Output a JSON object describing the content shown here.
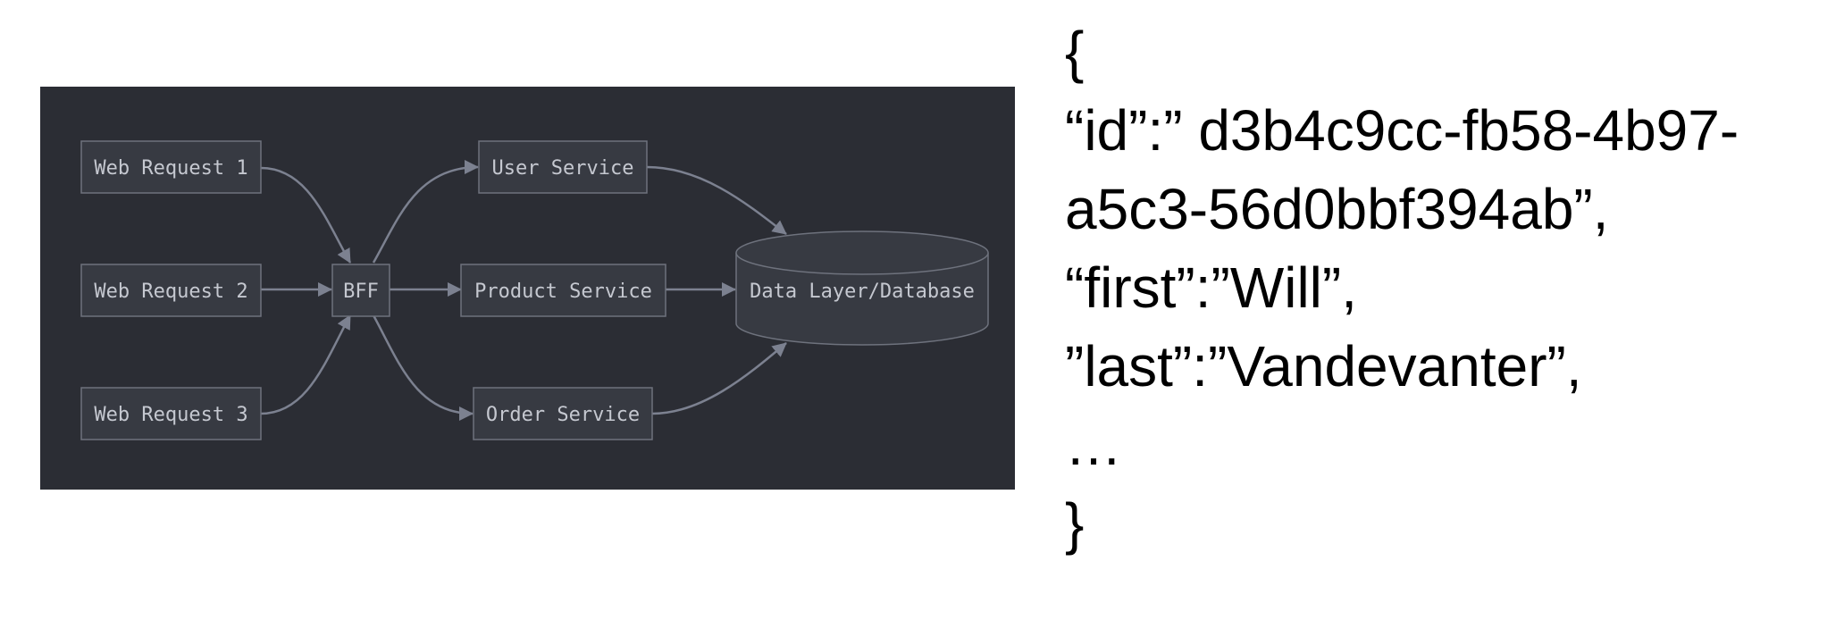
{
  "diagram": {
    "nodes": {
      "web_request_1": "Web Request 1",
      "web_request_2": "Web Request 2",
      "web_request_3": "Web Request 3",
      "bff": "BFF",
      "user_service": "User Service",
      "product_service": "Product Service",
      "order_service": "Order Service",
      "data_layer": "Data Layer/Database"
    },
    "edges": [
      [
        "web_request_1",
        "bff"
      ],
      [
        "web_request_2",
        "bff"
      ],
      [
        "web_request_3",
        "bff"
      ],
      [
        "bff",
        "user_service"
      ],
      [
        "bff",
        "product_service"
      ],
      [
        "bff",
        "order_service"
      ],
      [
        "user_service",
        "data_layer"
      ],
      [
        "product_service",
        "data_layer"
      ],
      [
        "order_service",
        "data_layer"
      ]
    ],
    "colors": {
      "background": "#2b2d34",
      "node_fill": "#373a42",
      "node_stroke": "#6e727d",
      "edge": "#7c8190",
      "text": "#c5c8d0"
    }
  },
  "json_sample": {
    "lines": [
      "{",
      "“id”:” d3b4c9cc-fb58-4b97-",
      "a5c3-56d0bbf394ab”,",
      "“first”:”Will”,",
      "”last”:”Vandevanter”,",
      "…",
      "}"
    ]
  }
}
